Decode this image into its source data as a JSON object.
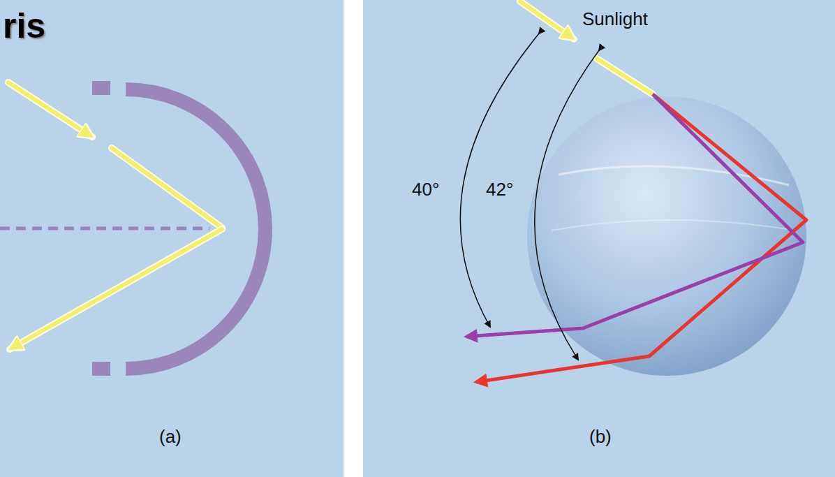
{
  "diagram": {
    "title": "ris",
    "labels": [
      "Sunlight",
      "40°",
      "42°",
      "(a)",
      "(b)"
    ]
  }
}
